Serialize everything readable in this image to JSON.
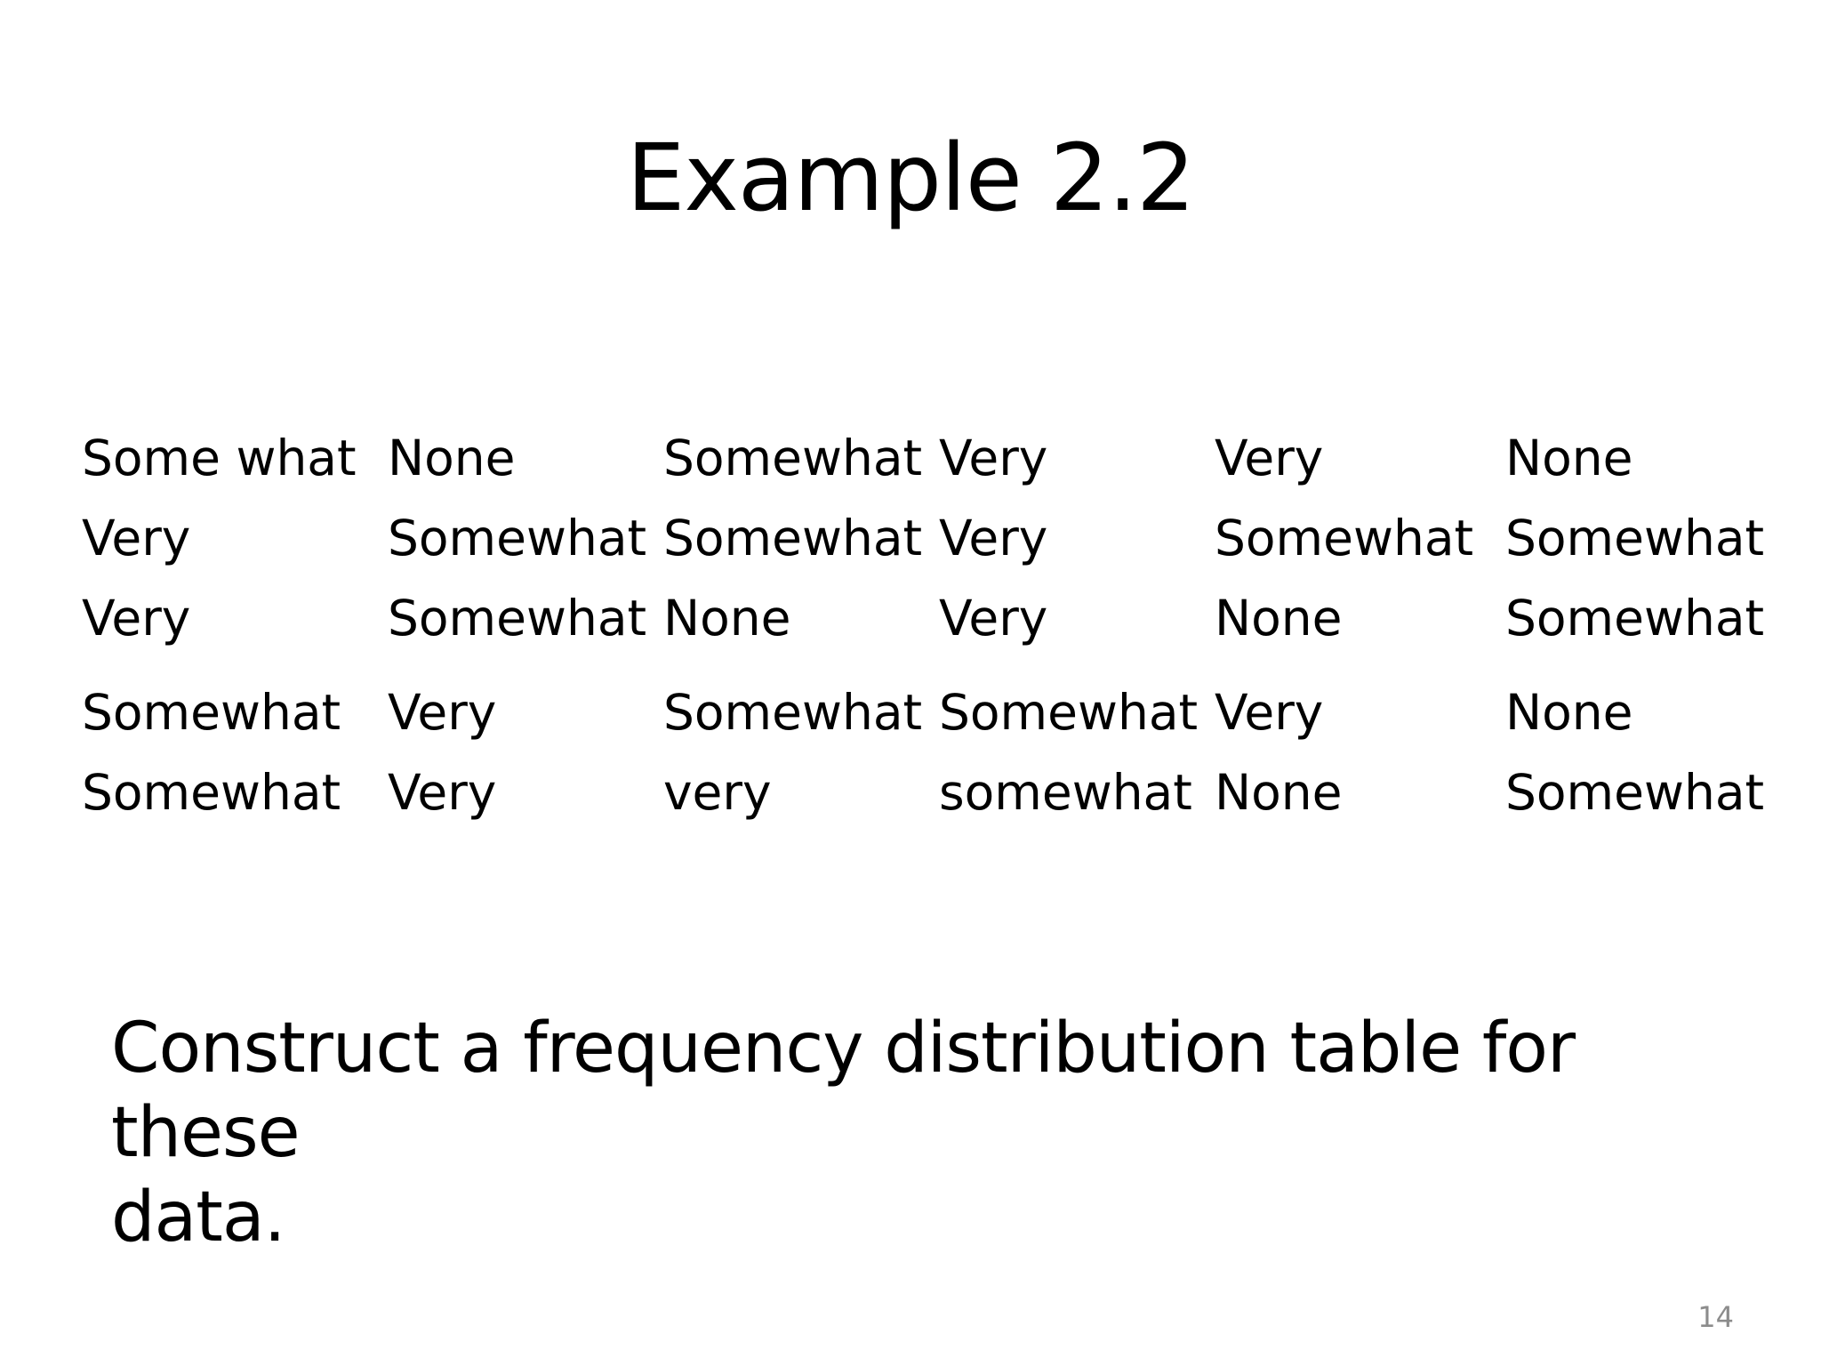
{
  "slide": {
    "title": "Example 2.2",
    "table": {
      "rows": [
        [
          "Some what",
          "None",
          "Somewhat",
          "Very",
          "Very",
          "None"
        ],
        [
          "Very",
          "Somewhat",
          "Somewhat",
          "Very",
          "Somewhat",
          "Somewhat"
        ],
        [
          "Very",
          "Somewhat",
          "None",
          "Very",
          "None",
          "Somewhat"
        ],
        [
          "Somewhat",
          "Very",
          "Somewhat",
          "Somewhat",
          "Very",
          "None"
        ],
        [
          "Somewhat",
          "Very",
          "very",
          "somewhat",
          "None",
          "Somewhat"
        ]
      ]
    },
    "prompt_line1": "Construct a frequency distribution table for these",
    "prompt_line2": "data.",
    "page_number": "14"
  }
}
